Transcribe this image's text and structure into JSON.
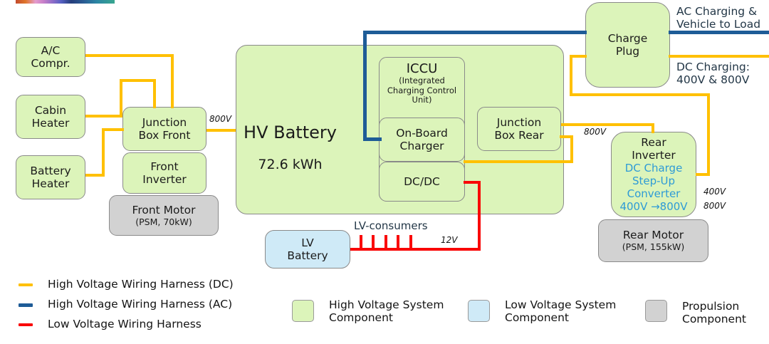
{
  "colors": {
    "hv_dc_wire": "#FFC000",
    "hv_ac_wire": "#1E5C97",
    "lv_wire": "#F90606",
    "hv_fill": "#DCF4BA",
    "lv_fill": "#CFEAF7",
    "propulsion_fill": "#D2D2D2",
    "stepup_text": "#2E9BD6",
    "note_text": "#233747"
  },
  "boxes": {
    "ac_compr": "A/C\nCompr.",
    "cabin_heater": "Cabin\nHeater",
    "battery_heater": "Battery\nHeater",
    "junction_box_front": "Junction\nBox Front",
    "front_inverter": "Front\nInverter",
    "front_motor": {
      "title": "Front Motor",
      "subtitle": "(PSM, 70kW)"
    },
    "hv_battery": {
      "title": "HV Battery",
      "subtitle": "72.6 kWh"
    },
    "iccu": {
      "title": "ICCU",
      "subtitle": "(Integrated\nCharging Control\nUnit)"
    },
    "on_board_charger": "On-Board\nCharger",
    "dcdc": "DC/DC",
    "junction_box_rear": "Junction\nBox Rear",
    "charge_plug": "Charge\nPlug",
    "rear_inverter": {
      "title": "Rear\nInverter",
      "subtitle": "DC Charge\nStep-Up\nConverter\n400V →800V"
    },
    "rear_motor": {
      "title": "Rear Motor",
      "subtitle": "(PSM, 155kW)"
    },
    "lv_battery": "LV\nBattery"
  },
  "annotations": {
    "ac_charging": "AC Charging &\nVehicle to Load",
    "dc_charging": "DC Charging:\n400V & 800V",
    "lv_consumers": "LV-consumers",
    "v800_front": "800V",
    "v800_rear": "800V",
    "v400_right": "400V",
    "v800_right": "800V",
    "v12": "12V"
  },
  "legend_wires": [
    {
      "label": "High Voltage Wiring Harness (DC)",
      "color": "#FFC000"
    },
    {
      "label": "High Voltage Wiring Harness (AC)",
      "color": "#1E5C97"
    },
    {
      "label": "Low Voltage Wiring Harness",
      "color": "#F90606"
    }
  ],
  "legend_components": [
    {
      "label": "High Voltage System\nComponent",
      "color": "#DCF4BA"
    },
    {
      "label": "Low Voltage System\nComponent",
      "color": "#CFEAF7"
    },
    {
      "label": "Propulsion\nComponent",
      "color": "#D2D2D2"
    }
  ]
}
